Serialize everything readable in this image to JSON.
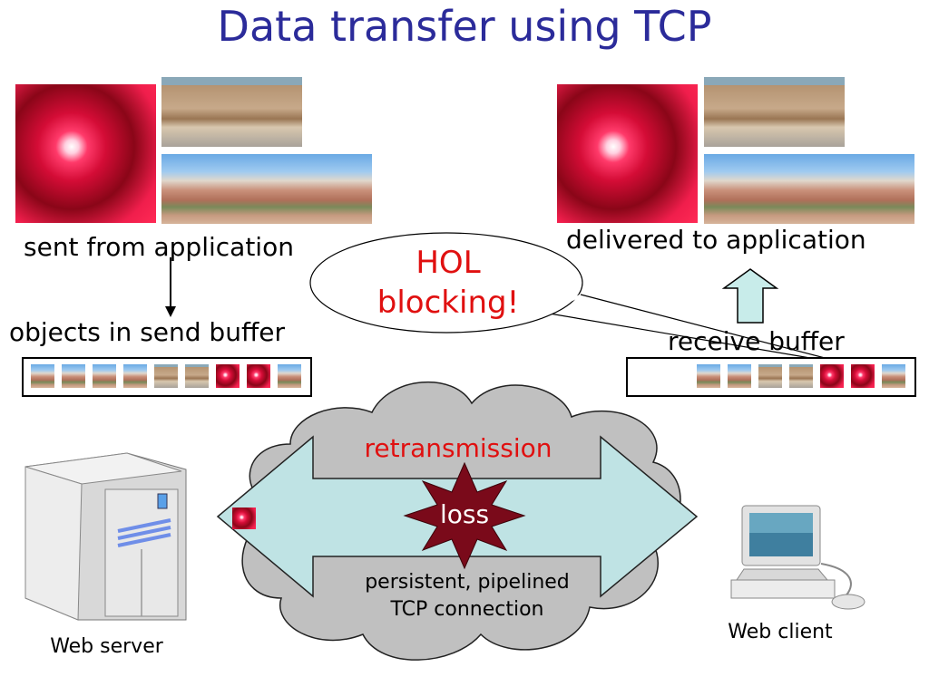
{
  "slide": {
    "title": "Data transfer using TCP",
    "sender": {
      "photos_caption": "sent from application",
      "buffer_label": "objects in send buffer"
    },
    "receiver": {
      "photos_caption": "delivered to application",
      "buffer_label": "receive buffer"
    },
    "callout": {
      "line1": "HOL",
      "line2": "blocking!"
    },
    "cloud": {
      "retransmission": "retransmission",
      "loss": "loss",
      "connection_line1": "persistent, pipelined",
      "connection_line2": "TCP connection"
    },
    "server_label": "Web server",
    "client_label": "Web client"
  },
  "send_buffer": [
    "canyon",
    "canyon",
    "canyon",
    "canyon",
    "seal",
    "seal",
    "fireworks",
    "fireworks",
    "canyon"
  ],
  "receive_buffer": [
    "canyon",
    "canyon",
    "seal",
    "seal",
    "fireworks",
    "fireworks",
    "canyon"
  ],
  "colors": {
    "title": "#2b2b9a",
    "highlight_red": "#e01010",
    "arrow_fill": "#bfe3e4",
    "cloud_fill": "#c0c0c0",
    "loss_star": "#7a0a1a",
    "up_arrow_fill": "#c8ecea"
  },
  "icons": {
    "server": "server-tower-icon",
    "client": "desktop-computer-icon"
  }
}
